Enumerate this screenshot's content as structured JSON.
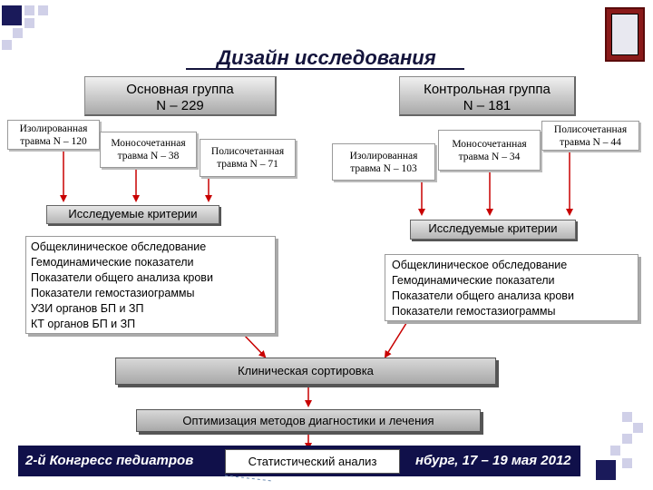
{
  "title": "Дизайн исследования",
  "main_group": {
    "label": "Основная группа",
    "n": "N – 229"
  },
  "control_group": {
    "label": "Контрольная группа",
    "n": "N – 181"
  },
  "main_trauma": [
    {
      "line1": "Изолированная",
      "line2": "травма  N – 120"
    },
    {
      "line1": "Моносочетанная",
      "line2": "травма  N – 38"
    },
    {
      "line1": "Полисочетанная",
      "line2": "травма  N – 71"
    }
  ],
  "control_trauma": [
    {
      "line1": "Изолированная",
      "line2": "травма  N – 103"
    },
    {
      "line1": "Моносочетанная",
      "line2": "травма  N – 34"
    },
    {
      "line1": "Полисочетанная",
      "line2": "травма  N – 44"
    }
  ],
  "criteria_label": "Исследуемые критерии",
  "main_criteria": [
    "Общеклиническое обследование",
    "Гемодинамические показатели",
    "Показатели общего анализа крови",
    "Показатели гемостазиограммы",
    "УЗИ органов БП и ЗП",
    "КТ органов БП и ЗП"
  ],
  "control_criteria": [
    "Общеклиническое обследование",
    "Гемодинамические показатели",
    "Показатели общего анализа крови",
    "Показатели гемостазиограммы"
  ],
  "clinical_sorting": "Клиническая сортировка",
  "optimization": "Оптимизация методов диагностики и лечения",
  "statistical_analysis": "Статистический анализ",
  "footer": {
    "left": "2-й Конгресс педиатров",
    "right": "нбург, 17 – 19 мая 2012"
  },
  "colors": {
    "arrow": "#c80000",
    "footer_bg": "#10104a",
    "title": "#14143c",
    "accent_squares": "#14145a"
  }
}
